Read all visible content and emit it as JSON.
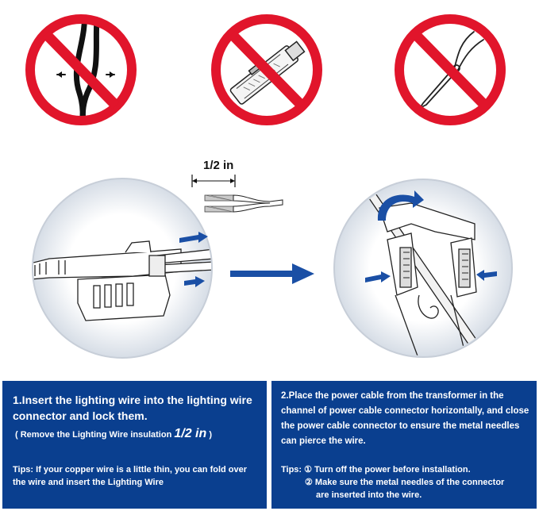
{
  "prohibited": [
    {
      "icon": "no-twisting-wire-icon"
    },
    {
      "icon": "no-utility-knife-icon"
    },
    {
      "icon": "no-pliers-icon"
    }
  ],
  "measurement_label": "1/2 in",
  "colors": {
    "prohibited_red": "#e1152b",
    "panel_blue": "#0a3f8f",
    "arrow_blue": "#1a4fa5",
    "circle_fill": "#e9eef4"
  },
  "step1": {
    "title": "1.Insert the lighting wire into the lighting wire connector and lock them.",
    "note_prefix": "( Remove the Lighting Wire insulation ",
    "note_emphasis": "1/2 in",
    "note_suffix": " )",
    "tips": "Tips: If your copper wire is a little thin, you can fold over the wire and insert the Lighting Wire"
  },
  "step2": {
    "title": "2.Place the power cable from the transformer in the channel of power cable connector horizontally, and close the power cable connector to ensure the metal needles can pierce the wire.",
    "tips_label": "Tips:",
    "tip1": "① Turn off the power before installation.",
    "tip2": "② Make sure the metal needles of the connector",
    "tip2_cont": "are inserted into the wire."
  }
}
